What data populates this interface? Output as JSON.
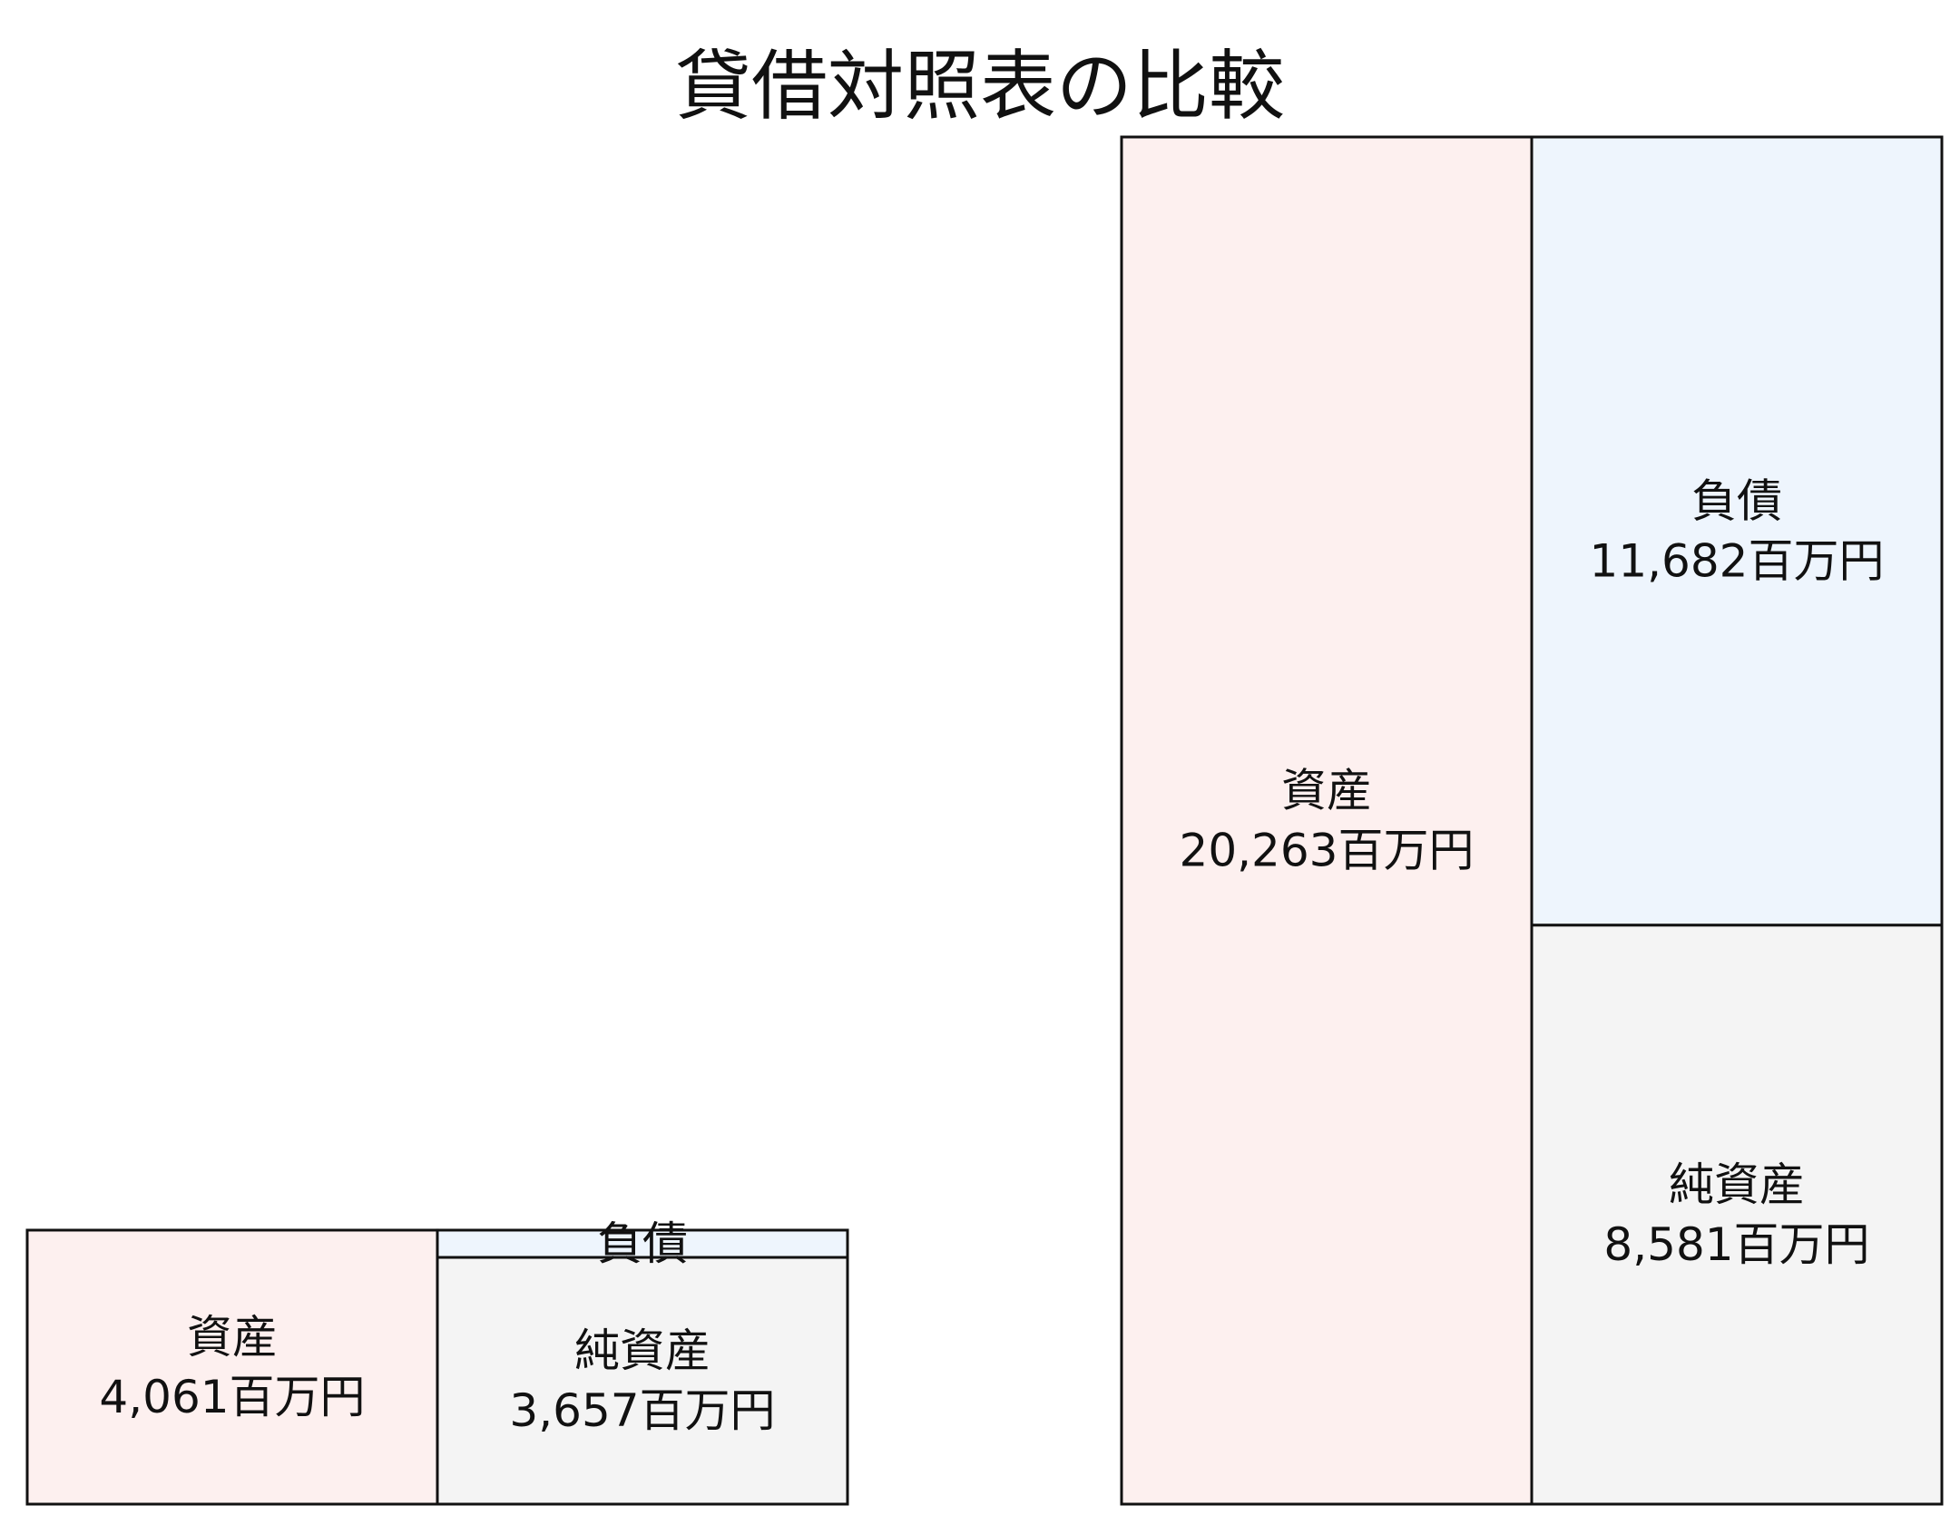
{
  "title": "貸借対照表の比較",
  "unit": "百万円",
  "colors": {
    "asset": "#fdf0ef",
    "liability": "#eef5fd",
    "equity": "#f4f4f4",
    "border": "#111111"
  },
  "chart_data": {
    "type": "bar",
    "title": "貸借対照表の比較",
    "categories": [
      "資産",
      "負債",
      "純資産"
    ],
    "series": [
      {
        "values": [
          4061,
          404,
          3657
        ],
        "labels": [
          "4,061百万円",
          "",
          "3,657百万円"
        ]
      },
      {
        "values": [
          20263,
          11682,
          8581
        ],
        "labels": [
          "20,263百万円",
          "11,682百万円",
          "8,581百万円"
        ]
      }
    ]
  }
}
